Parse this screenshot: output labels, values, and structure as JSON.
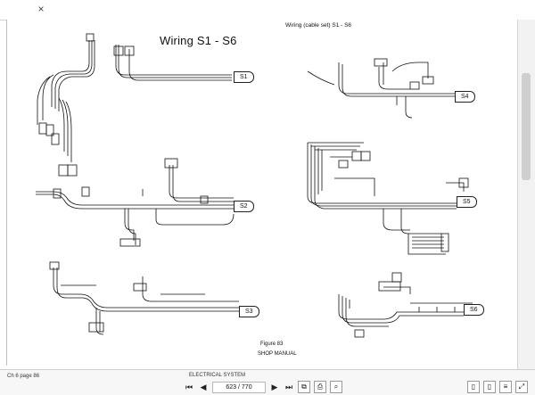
{
  "viewer": {
    "close_glyph": "×",
    "footer_left": "Ch 6 page 86",
    "footer_center": "ELECTRICAL SYSTEM",
    "page_indicator": "623 / 770",
    "icons": [
      "close-icon",
      "first-page-icon",
      "prev-page-icon",
      "next-page-icon",
      "last-page-icon",
      "copy-icon",
      "print-icon",
      "search-icon",
      "single-page-icon",
      "two-page-icon",
      "continuous-icon",
      "fit-icon"
    ]
  },
  "document": {
    "title": "Wiring S1 - S6",
    "subtitle": "Wiring (cable set)  S1 - S6",
    "figure": "Figure 83",
    "manual": "SHOP MANUAL",
    "connectors": [
      "S1",
      "S2",
      "S3",
      "S4",
      "S5",
      "S6"
    ]
  }
}
